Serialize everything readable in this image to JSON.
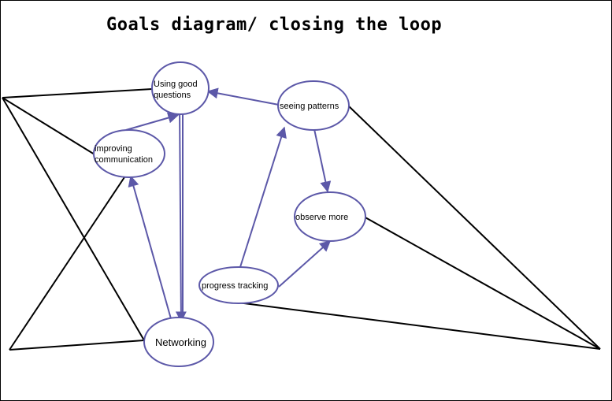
{
  "title": "Goals diagram/ closing the loop",
  "colors": {
    "node_stroke": "#5c58a8",
    "arrow": "#5c58a8",
    "line": "#000000",
    "background": "#ffffff"
  },
  "nodes": {
    "good_questions": {
      "line1": "Using good",
      "line2": "questions"
    },
    "seeing_patterns": {
      "label": "seeing patterns"
    },
    "improving_communication": {
      "line1": "improving",
      "line2": "communication"
    },
    "observe_more": {
      "label": "observe more"
    },
    "progress_tracking": {
      "label": "progress tracking"
    },
    "networking": {
      "label": "Networking"
    }
  },
  "edges": [
    {
      "from": "seeing patterns",
      "to": "Using good questions"
    },
    {
      "from": "improving communication",
      "to": "Using good questions"
    },
    {
      "from": "Using good questions",
      "to": "Networking"
    },
    {
      "from": "Networking",
      "to": "improving communication"
    },
    {
      "from": "seeing patterns",
      "to": "observe more"
    },
    {
      "from": "progress tracking",
      "to": "seeing patterns"
    },
    {
      "from": "progress tracking",
      "to": "observe more"
    }
  ]
}
